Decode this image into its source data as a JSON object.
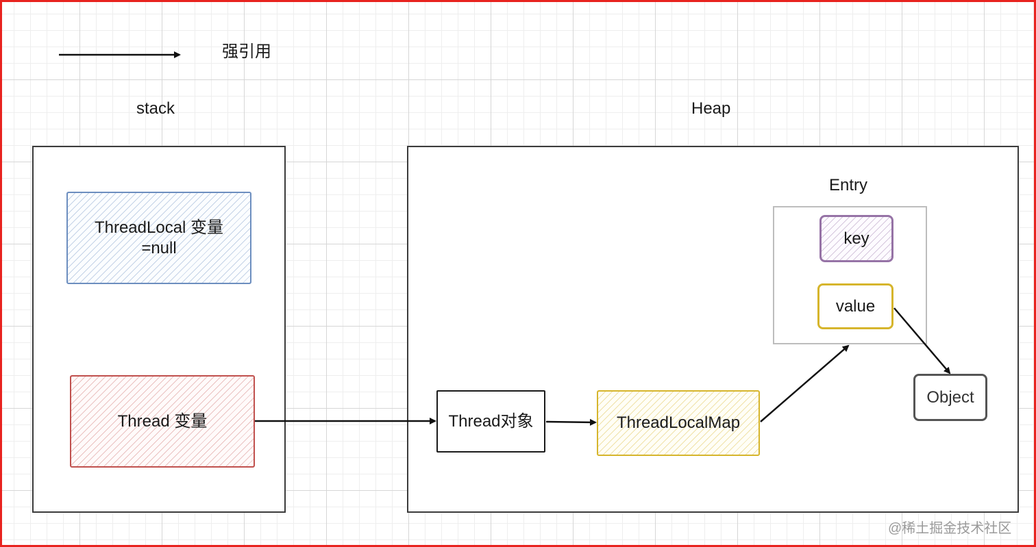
{
  "legend": {
    "label": "强引用"
  },
  "stack": {
    "title": "stack",
    "threadlocal_var": {
      "line1": "ThreadLocal 变量",
      "line2": "=null"
    },
    "thread_var": "Thread 变量"
  },
  "heap": {
    "title": "Heap",
    "thread_obj": "Thread对象",
    "threadlocalmap": "ThreadLocalMap",
    "entry": {
      "title": "Entry",
      "key": "key",
      "value": "value"
    },
    "object": "Object"
  },
  "watermark": "@稀土掘金技术社区",
  "colors": {
    "frame": "#e8231f",
    "threadlocal_border": "#6c8ebf",
    "thread_border": "#c0504d",
    "map_border": "#d6b52c",
    "key_border": "#9673a6",
    "object_border": "#555555"
  }
}
